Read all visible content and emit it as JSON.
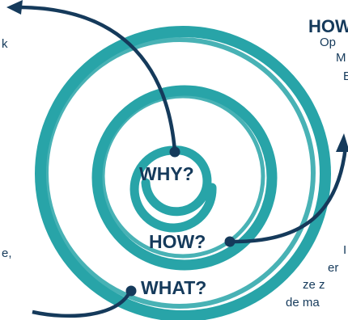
{
  "colors": {
    "ring": "#28a4a8",
    "arrow": "#153a5b",
    "text": "#153a5b"
  },
  "labels": {
    "why": "WHY?",
    "how": "HOW?",
    "what": "WHAT?"
  },
  "right_text": {
    "heading": "HOW",
    "line1": "Op",
    "line2": "M",
    "line3": "E",
    "line4": "I",
    "line5": "er",
    "line6": "ze z",
    "line7": "de ma"
  },
  "left_text": {
    "line1": "k",
    "line2": "e,"
  }
}
